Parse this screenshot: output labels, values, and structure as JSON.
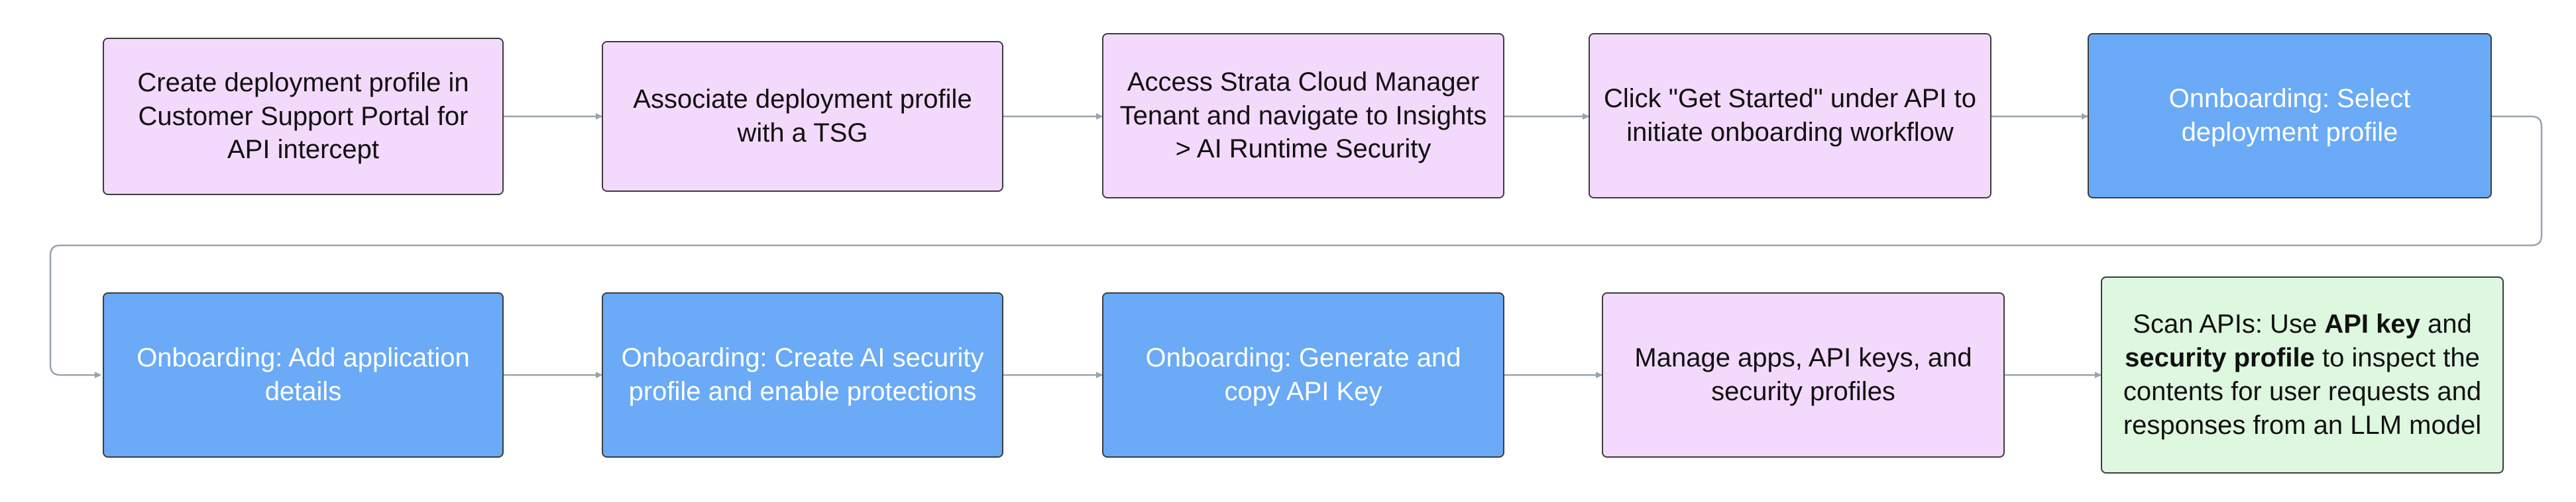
{
  "colors": {
    "pink": "#f3d9fb",
    "blue": "#6aaaf6",
    "green": "#def7df",
    "edge": "#9aa3ad",
    "border": "#3c3c3c"
  },
  "nodes": {
    "n1": "Create deployment profile in Customer Support Portal for API intercept",
    "n2": "Associate deployment profile with a TSG",
    "n3": "Access Strata Cloud Manager Tenant and navigate to Insights > AI Runtime Security",
    "n4": "Click \"Get Started\" under API to initiate onboarding workflow",
    "n5": "Onnboarding: Select deployment profile",
    "n6": "Onboarding: Add application details",
    "n7": "Onboarding: Create AI security profile and enable protections",
    "n8": "Onboarding: Generate and copy API Key",
    "n9": "Manage apps, API keys, and security profiles",
    "n10": {
      "t1": "Scan APIs: Use ",
      "b1": "API key",
      "t2": " and ",
      "b2": "security profile",
      "t3": " to inspect the contents for user requests and responses from an LLM model"
    }
  }
}
